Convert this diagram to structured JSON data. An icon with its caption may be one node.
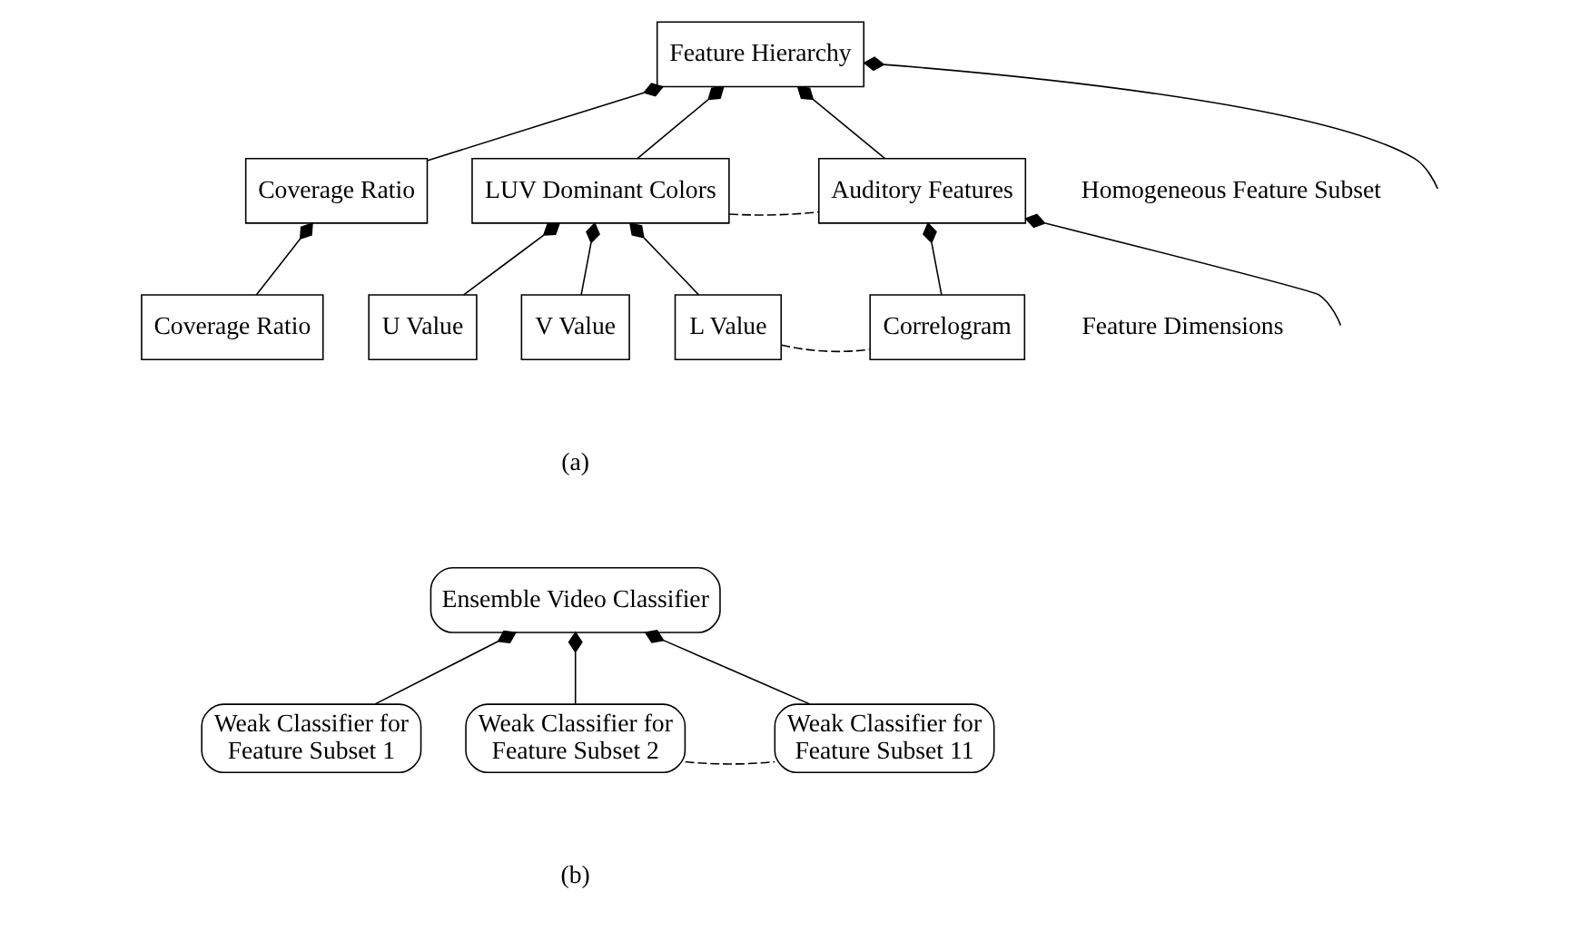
{
  "diagram": {
    "nodes": [
      {
        "text": [
          "Feature Hierarchy"
        ]
      },
      {
        "text": [
          "Coverage Ratio"
        ]
      },
      {
        "text": [
          "LUV Dominant Colors"
        ]
      },
      {
        "text": [
          "Auditory Features"
        ]
      },
      {
        "text": [
          "Coverage Ratio"
        ]
      },
      {
        "text": [
          "U Value"
        ]
      },
      {
        "text": [
          "V Value"
        ]
      },
      {
        "text": [
          "L Value"
        ]
      },
      {
        "text": [
          "Correlogram"
        ]
      },
      {
        "text": [
          "Ensemble Video Classifier"
        ]
      },
      {
        "text": [
          "Weak Classifier for Feature Subset 1"
        ]
      },
      {
        "text": [
          "Weak Classifier for Feature Subset 2"
        ]
      },
      {
        "text": [
          "Weak Classifier for Feature Subset 11"
        ]
      }
    ],
    "edges": [
      {
        "from": 1,
        "to": 0,
        "arrow": "other"
      },
      {
        "from": 2,
        "to": 0,
        "arrow": "other"
      },
      {
        "from": null,
        "to": 0,
        "arrow": "other"
      },
      {
        "from": 3,
        "to": 0,
        "arrow": "other"
      },
      {
        "from": 2,
        "to": 3,
        "arrow": "none",
        "style": "dashed"
      },
      {
        "from": 4,
        "to": 1,
        "arrow": "other"
      },
      {
        "from": 5,
        "to": 2,
        "arrow": "other"
      },
      {
        "from": 6,
        "to": 2,
        "arrow": "other"
      },
      {
        "from": 7,
        "to": 2,
        "arrow": "other"
      },
      {
        "from": null,
        "to": 3,
        "arrow": "other"
      },
      {
        "from": 8,
        "to": 3,
        "arrow": "other"
      },
      {
        "from": 7,
        "to": 8,
        "arrow": "none",
        "style": "dashed"
      },
      {
        "from": 10,
        "to": 9,
        "arrow": "other"
      },
      {
        "from": 11,
        "to": 9,
        "arrow": "other"
      },
      {
        "from": 12,
        "to": 9,
        "arrow": "other"
      },
      {
        "from": 11,
        "to": 12,
        "arrow": "none",
        "style": "dashed"
      }
    ],
    "labels": [
      "Homogeneous Feature Subset",
      "Feature Dimensions",
      "(a)",
      "(b)"
    ]
  }
}
